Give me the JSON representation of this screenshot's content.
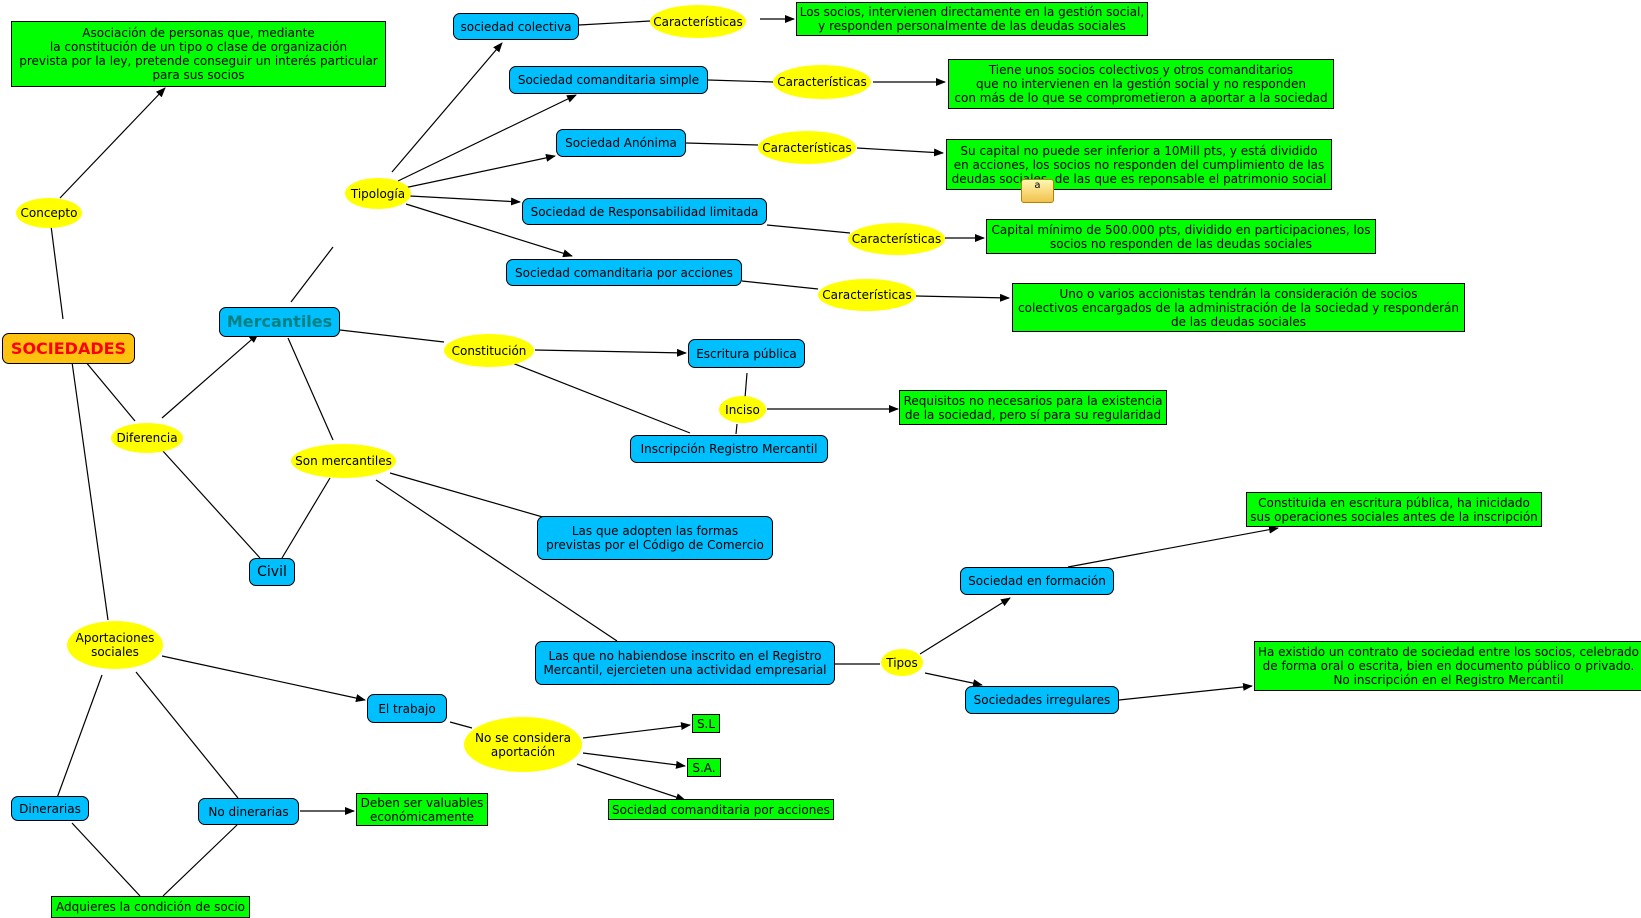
{
  "nodes": {
    "sociedades": "SOCIEDADES",
    "concepto": "Concepto",
    "concepto_def": "Asociación de personas que, mediante\nla constitución de un tipo o clase de organización\nprevista por la ley, pretende conseguir un interés particular\npara sus socios",
    "tipologia": "Tipología",
    "soc_colectiva": "sociedad colectiva",
    "caract_1": "Características",
    "colectiva_desc": "Los socios, intervienen directamente en la gestión social,\ny responden personalmente de las deudas sociales",
    "soc_comanditaria_simple": "Sociedad comanditaria simple",
    "caract_2": "Características",
    "comanditaria_simple_desc": "Tiene unos socios colectivos y otros comanditarios\nque no intervienen en la gestión social y no responden\ncon más de lo que se comprometieron a aportar a la sociedad",
    "soc_anonima": "Sociedad Anónima",
    "caract_3": "Características",
    "anonima_desc": "Su capital no puede ser inferior a 10Mill pts, y está dividido\nen acciones, los socios no responden del cumplimiento de las\ndeudas sociales, de las que es reponsable el patrimonio social",
    "soc_resp_limitada": "Sociedad de Responsabilidad limitada",
    "caract_4": "Características",
    "resp_limitada_desc": "Capital mínimo de 500.000 pts, dividido en participaciones, los\nsocios no responden de las deudas sociales",
    "soc_com_acciones": "Sociedad comanditaria por acciones",
    "caract_5": "Características",
    "com_acciones_desc": "Uno o varios accionistas tendrán la consideración de socios\ncolectivos encargados de la administración de la sociedad y responderán\nde las deudas sociales",
    "mercantiles": "Mercantiles",
    "constitucion": "Constitución",
    "escritura_publica": "Escritura pública",
    "inciso": "Inciso",
    "inciso_desc": "Requisitos no necesarios para la existencia\nde la sociedad, pero sí para su regularidad",
    "inscripcion_registro": "Inscripción Registro Mercantil",
    "diferencia": "Diferencia",
    "son_mercantiles": "Son mercantiles",
    "formas_codigo": "Las que adopten las formas\nprevistas por el Código de Comercio",
    "civil": "Civil",
    "no_inscrito": "Las que no habiendose inscrito en el Registro\nMercantil, ejercieten una actividad empresarial",
    "tipos": "Tipos",
    "soc_formacion": "Sociedad en formación",
    "formacion_desc": "Constituida en escritura pública, ha inicidado\nsus operaciones sociales antes de la inscripción",
    "soc_irregulares": "Sociedades irregulares",
    "irregulares_desc": "Ha existido un contrato de sociedad entre los socios, celebrado\nde forma oral o escrita, bien en documento público o privado.\nNo inscripción en el Registro Mercantil",
    "aportaciones": "Aportaciones\nsociales",
    "trabajo": "El trabajo",
    "no_aportacion": "No se considera\naportación",
    "sl": "S.L",
    "sa": "S.A.",
    "com_acciones_2": "Sociedad comanditaria por acciones",
    "dinerarias": "Dinerarias",
    "no_dinerarias": "No dinerarias",
    "valuables": "Deben ser valuables\neconómicamente",
    "condicion_socio": "Adquieres la condición de socio"
  },
  "note_icon": "a",
  "colors": {
    "concept_box": "#00BFFF",
    "text_box": "#00FF00",
    "linking_phrase": "#FFFF00",
    "root_fill": "#FFC20E",
    "root_text": "#FF0000",
    "mercantiles_text": "#008080"
  }
}
